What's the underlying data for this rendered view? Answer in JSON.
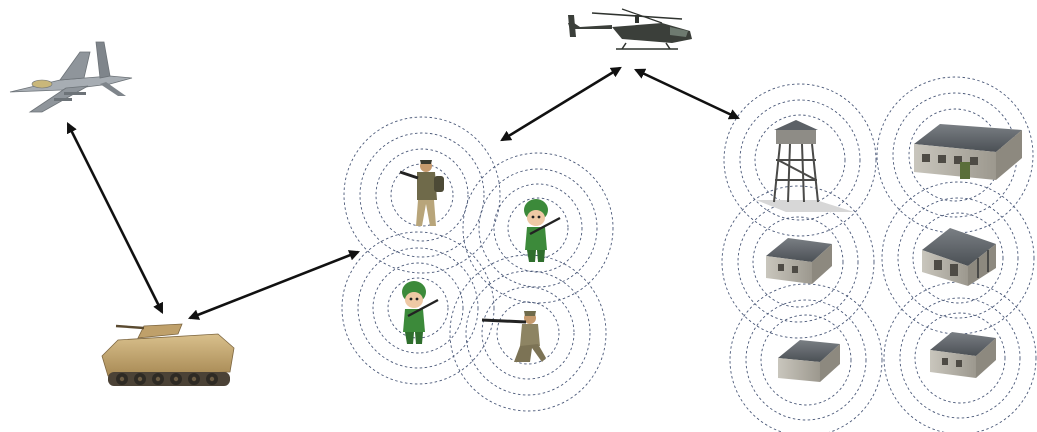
{
  "colors": {
    "background": "#ffffff",
    "arrow": "#111111",
    "range_ring": "#4a5878",
    "vehicle_tan": "#c6a874",
    "aircraft_gray": "#9aa0a6",
    "helicopter_dark": "#3b3f3a",
    "building_roof": "#5c6166",
    "soldier_green": "#3c8a3a"
  },
  "nodes": [
    {
      "id": "fighter-jet",
      "icon": "fighter-jet-icon"
    },
    {
      "id": "attack-helicopter",
      "icon": "helicopter-icon"
    },
    {
      "id": "armored-vehicle",
      "icon": "armored-vehicle-icon"
    },
    {
      "id": "soldier-rifleman-1",
      "icon": "soldier-icon"
    },
    {
      "id": "soldier-cartoon-1",
      "icon": "cartoon-soldier-icon"
    },
    {
      "id": "soldier-cartoon-2",
      "icon": "cartoon-soldier-icon"
    },
    {
      "id": "soldier-sniper",
      "icon": "kneeling-soldier-icon"
    },
    {
      "id": "watchtower",
      "icon": "watchtower-icon"
    },
    {
      "id": "barracks-long",
      "icon": "barracks-icon"
    },
    {
      "id": "hut-1",
      "icon": "hut-icon"
    },
    {
      "id": "house-porch",
      "icon": "house-icon"
    },
    {
      "id": "shed",
      "icon": "shed-icon"
    },
    {
      "id": "hut-2",
      "icon": "hut-icon"
    }
  ],
  "links": [
    {
      "from": "fighter-jet",
      "to": "armored-vehicle",
      "direction": "bidirectional"
    },
    {
      "from": "armored-vehicle",
      "to": "soldier-group",
      "direction": "bidirectional"
    },
    {
      "from": "soldier-group",
      "to": "attack-helicopter",
      "direction": "bidirectional"
    },
    {
      "from": "attack-helicopter",
      "to": "building-group",
      "direction": "bidirectional"
    }
  ]
}
